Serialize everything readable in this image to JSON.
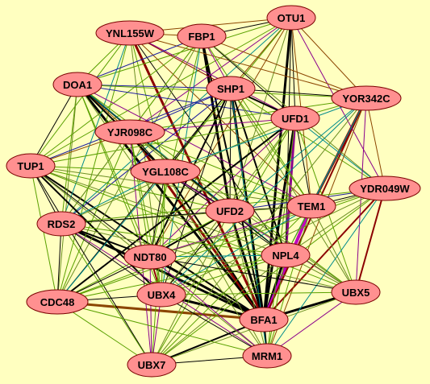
{
  "background": "#ffffc0",
  "node_fill": "#ff9090",
  "colors": {
    "black": "#000000",
    "darkred": "#8b0000",
    "brown": "#8b4500",
    "purple": "#8b008b",
    "green": "#5aa000",
    "olive": "#6b8e23",
    "teal": "#008b8b",
    "blue": "#1e1ea0",
    "magenta": "#c000c0"
  },
  "nodes": [
    {
      "id": "OTU1",
      "label": "OTU1"
    },
    {
      "id": "YNL155W",
      "label": "YNL155W"
    },
    {
      "id": "FBP1",
      "label": "FBP1"
    },
    {
      "id": "DOA1",
      "label": "DOA1"
    },
    {
      "id": "SHP1",
      "label": "SHP1"
    },
    {
      "id": "YOR342C",
      "label": "YOR342C"
    },
    {
      "id": "UFD1",
      "label": "UFD1"
    },
    {
      "id": "YJR098C",
      "label": "YJR098C"
    },
    {
      "id": "TUP1",
      "label": "TUP1"
    },
    {
      "id": "YGL108C",
      "label": "YGL108C"
    },
    {
      "id": "YDR049W",
      "label": "YDR049W"
    },
    {
      "id": "TEM1",
      "label": "TEM1"
    },
    {
      "id": "UFD2",
      "label": "UFD2"
    },
    {
      "id": "RDS2",
      "label": "RDS2"
    },
    {
      "id": "NPL4",
      "label": "NPL4"
    },
    {
      "id": "NDT80",
      "label": "NDT80"
    },
    {
      "id": "CDC48",
      "label": "CDC48"
    },
    {
      "id": "UBX4",
      "label": "UBX4"
    },
    {
      "id": "UBX5",
      "label": "UBX5"
    },
    {
      "id": "BFA1",
      "label": "BFA1"
    },
    {
      "id": "MRM1",
      "label": "MRM1"
    },
    {
      "id": "UBX7",
      "label": "UBX7"
    }
  ],
  "edges": [
    [
      "BFA1",
      "OTU1",
      "black",
      3
    ],
    [
      "BFA1",
      "SHP1",
      "black",
      3
    ],
    [
      "BFA1",
      "UFD1",
      "black",
      3
    ],
    [
      "BFA1",
      "FBP1",
      "black",
      2
    ],
    [
      "BFA1",
      "DOA1",
      "black",
      3
    ],
    [
      "BFA1",
      "YJR098C",
      "darkred",
      3
    ],
    [
      "BFA1",
      "YNL155W",
      "darkred",
      3
    ],
    [
      "BFA1",
      "TUP1",
      "black",
      2
    ],
    [
      "BFA1",
      "RDS2",
      "black",
      3
    ],
    [
      "BFA1",
      "CDC48",
      "black",
      2
    ],
    [
      "BFA1",
      "UBX4",
      "black",
      3
    ],
    [
      "BFA1",
      "UBX7",
      "black",
      2
    ],
    [
      "BFA1",
      "MRM1",
      "black",
      2
    ],
    [
      "BFA1",
      "UBX5",
      "black",
      3
    ],
    [
      "BFA1",
      "NPL4",
      "black",
      3
    ],
    [
      "BFA1",
      "TEM1",
      "magenta",
      4
    ],
    [
      "BFA1",
      "UFD2",
      "black",
      3
    ],
    [
      "BFA1",
      "NDT80",
      "black",
      3
    ],
    [
      "BFA1",
      "YGL108C",
      "black",
      2
    ],
    [
      "BFA1",
      "YDR049W",
      "darkred",
      2
    ],
    [
      "BFA1",
      "YOR342C",
      "darkred",
      2
    ],
    [
      "TEM1",
      "YOR342C",
      "darkred",
      3
    ],
    [
      "UBX5",
      "YDR049W",
      "darkred",
      2
    ],
    [
      "FBP1",
      "UFD2",
      "black",
      3
    ],
    [
      "CDC48",
      "BFA1",
      "brown",
      3
    ],
    [
      "NDT80",
      "UBX4",
      "darkred",
      2
    ],
    [
      "NPL4",
      "UFD1",
      "purple",
      3
    ],
    [
      "OTU1",
      "YNL155W",
      "brown",
      1
    ],
    [
      "OTU1",
      "FBP1",
      "black",
      1
    ],
    [
      "OTU1",
      "DOA1",
      "green",
      1
    ],
    [
      "OTU1",
      "SHP1",
      "brown",
      1
    ],
    [
      "OTU1",
      "YOR342C",
      "brown",
      1
    ],
    [
      "OTU1",
      "UFD1",
      "black",
      1
    ],
    [
      "OTU1",
      "YJR098C",
      "purple",
      1
    ],
    [
      "OTU1",
      "YGL108C",
      "green",
      1
    ],
    [
      "OTU1",
      "NPL4",
      "black",
      1
    ],
    [
      "OTU1",
      "UFD2",
      "olive",
      1
    ],
    [
      "OTU1",
      "NDT80",
      "brown",
      1
    ],
    [
      "OTU1",
      "RDS2",
      "teal",
      1
    ],
    [
      "OTU1",
      "YDR049W",
      "purple",
      1
    ],
    [
      "OTU1",
      "TEM1",
      "brown",
      1
    ],
    [
      "OTU1",
      "TUP1",
      "green",
      1
    ],
    [
      "YNL155W",
      "FBP1",
      "brown",
      1
    ],
    [
      "YNL155W",
      "DOA1",
      "green",
      1
    ],
    [
      "YNL155W",
      "SHP1",
      "darkred",
      1
    ],
    [
      "YNL155W",
      "UFD1",
      "purple",
      1
    ],
    [
      "YNL155W",
      "YGL108C",
      "green",
      1
    ],
    [
      "YNL155W",
      "TUP1",
      "green",
      1
    ],
    [
      "YNL155W",
      "RDS2",
      "teal",
      1
    ],
    [
      "YNL155W",
      "UBX4",
      "olive",
      1
    ],
    [
      "YNL155W",
      "TEM1",
      "brown",
      1
    ],
    [
      "YNL155W",
      "CDC48",
      "green",
      1
    ],
    [
      "YNL155W",
      "NPL4",
      "black",
      1
    ],
    [
      "YNL155W",
      "YOR342C",
      "brown",
      1
    ],
    [
      "FBP1",
      "DOA1",
      "blue",
      1
    ],
    [
      "FBP1",
      "SHP1",
      "purple",
      1
    ],
    [
      "FBP1",
      "UFD1",
      "black",
      1
    ],
    [
      "FBP1",
      "YJR098C",
      "olive",
      1
    ],
    [
      "FBP1",
      "TUP1",
      "green",
      1
    ],
    [
      "FBP1",
      "YOR342C",
      "brown",
      1
    ],
    [
      "FBP1",
      "NDT80",
      "green",
      1
    ],
    [
      "FBP1",
      "TEM1",
      "green",
      1
    ],
    [
      "FBP1",
      "UBX4",
      "teal",
      1
    ],
    [
      "FBP1",
      "CDC48",
      "olive",
      1
    ],
    [
      "FBP1",
      "YDR049W",
      "olive",
      1
    ],
    [
      "FBP1",
      "RDS2",
      "green",
      1
    ],
    [
      "DOA1",
      "SHP1",
      "blue",
      1
    ],
    [
      "DOA1",
      "YJR098C",
      "brown",
      1
    ],
    [
      "DOA1",
      "TUP1",
      "black",
      1
    ],
    [
      "DOA1",
      "YGL108C",
      "black",
      2
    ],
    [
      "DOA1",
      "UFD1",
      "blue",
      1
    ],
    [
      "DOA1",
      "UFD2",
      "black",
      2
    ],
    [
      "DOA1",
      "NDT80",
      "green",
      1
    ],
    [
      "DOA1",
      "RDS2",
      "green",
      1
    ],
    [
      "DOA1",
      "CDC48",
      "olive",
      1
    ],
    [
      "DOA1",
      "UBX4",
      "green",
      1
    ],
    [
      "DOA1",
      "NPL4",
      "teal",
      1
    ],
    [
      "DOA1",
      "TEM1",
      "purple",
      1
    ],
    [
      "DOA1",
      "UBX5",
      "green",
      1
    ],
    [
      "DOA1",
      "MRM1",
      "olive",
      1
    ],
    [
      "DOA1",
      "YOR342C",
      "green",
      1
    ],
    [
      "SHP1",
      "UFD1",
      "black",
      2
    ],
    [
      "SHP1",
      "YOR342C",
      "black",
      1
    ],
    [
      "SHP1",
      "YJR098C",
      "blue",
      1
    ],
    [
      "SHP1",
      "YGL108C",
      "black",
      1
    ],
    [
      "SHP1",
      "UFD2",
      "black",
      1
    ],
    [
      "SHP1",
      "NPL4",
      "black",
      2
    ],
    [
      "SHP1",
      "TEM1",
      "green",
      1
    ],
    [
      "SHP1",
      "NDT80",
      "black",
      2
    ],
    [
      "SHP1",
      "UBX4",
      "black",
      1
    ],
    [
      "SHP1",
      "CDC48",
      "black",
      1
    ],
    [
      "SHP1",
      "UBX5",
      "olive",
      1
    ],
    [
      "SHP1",
      "RDS2",
      "blue",
      1
    ],
    [
      "SHP1",
      "TUP1",
      "blue",
      1
    ],
    [
      "SHP1",
      "MRM1",
      "teal",
      1
    ],
    [
      "SHP1",
      "YDR049W",
      "green",
      1
    ],
    [
      "UFD1",
      "YOR342C",
      "green",
      1
    ],
    [
      "UFD1",
      "YDR049W",
      "teal",
      1
    ],
    [
      "UFD1",
      "TEM1",
      "black",
      1
    ],
    [
      "UFD1",
      "UFD2",
      "green",
      1
    ],
    [
      "UFD1",
      "NDT80",
      "purple",
      1
    ],
    [
      "UFD1",
      "UBX4",
      "olive",
      1
    ],
    [
      "UFD1",
      "UBX5",
      "green",
      1
    ],
    [
      "UFD1",
      "CDC48",
      "black",
      2
    ],
    [
      "UFD1",
      "RDS2",
      "olive",
      1
    ],
    [
      "UFD1",
      "TUP1",
      "green",
      1
    ],
    [
      "UFD1",
      "YJR098C",
      "purple",
      1
    ],
    [
      "UFD1",
      "UBX7",
      "green",
      1
    ],
    [
      "UFD1",
      "MRM1",
      "green",
      1
    ],
    [
      "YOR342C",
      "YDR049W",
      "brown",
      1
    ],
    [
      "YOR342C",
      "UBX5",
      "purple",
      1
    ],
    [
      "YOR342C",
      "NPL4",
      "teal",
      1
    ],
    [
      "YOR342C",
      "UFD2",
      "teal",
      1
    ],
    [
      "YOR342C",
      "TEM1",
      "teal",
      1
    ],
    [
      "YOR342C",
      "YGL108C",
      "teal",
      1
    ],
    [
      "YOR342C",
      "MRM1",
      "brown",
      1
    ],
    [
      "YOR342C",
      "UBX4",
      "teal",
      1
    ],
    [
      "YOR342C",
      "UBX7",
      "olive",
      1
    ],
    [
      "YOR342C",
      "YJR098C",
      "green",
      1
    ],
    [
      "YJR098C",
      "TUP1",
      "brown",
      1
    ],
    [
      "YJR098C",
      "YGL108C",
      "black",
      1
    ],
    [
      "YJR098C",
      "RDS2",
      "olive",
      1
    ],
    [
      "YJR098C",
      "UFD2",
      "olive",
      1
    ],
    [
      "YJR098C",
      "NDT80",
      "green",
      1
    ],
    [
      "YJR098C",
      "NPL4",
      "olive",
      1
    ],
    [
      "YJR098C",
      "CDC48",
      "green",
      1
    ],
    [
      "YJR098C",
      "UBX4",
      "green",
      1
    ],
    [
      "YJR098C",
      "TEM1",
      "green",
      1
    ],
    [
      "YJR098C",
      "UBX5",
      "olive",
      1
    ],
    [
      "YJR098C",
      "UBX7",
      "purple",
      1
    ],
    [
      "TUP1",
      "YGL108C",
      "green",
      1
    ],
    [
      "TUP1",
      "RDS2",
      "black",
      1
    ],
    [
      "TUP1",
      "CDC48",
      "green",
      1
    ],
    [
      "TUP1",
      "NDT80",
      "black",
      1
    ],
    [
      "TUP1",
      "UBX4",
      "black",
      2
    ],
    [
      "TUP1",
      "UFD2",
      "green",
      1
    ],
    [
      "TUP1",
      "NPL4",
      "olive",
      1
    ],
    [
      "TUP1",
      "TEM1",
      "olive",
      1
    ],
    [
      "TUP1",
      "UBX7",
      "black",
      1
    ],
    [
      "TUP1",
      "MRM1",
      "olive",
      1
    ],
    [
      "TUP1",
      "UBX5",
      "green",
      1
    ],
    [
      "YGL108C",
      "UFD2",
      "black",
      1
    ],
    [
      "YGL108C",
      "NDT80",
      "black",
      1
    ],
    [
      "YGL108C",
      "RDS2",
      "teal",
      1
    ],
    [
      "YGL108C",
      "TEM1",
      "green",
      1
    ],
    [
      "YGL108C",
      "NPL4",
      "black",
      1
    ],
    [
      "YGL108C",
      "UBX4",
      "green",
      1
    ],
    [
      "YGL108C",
      "CDC48",
      "teal",
      1
    ],
    [
      "YGL108C",
      "MRM1",
      "olive",
      1
    ],
    [
      "YGL108C",
      "UBX7",
      "green",
      1
    ],
    [
      "YGL108C",
      "UBX5",
      "purple",
      1
    ],
    [
      "YDR049W",
      "TEM1",
      "black",
      1
    ],
    [
      "YDR049W",
      "NPL4",
      "olive",
      1
    ],
    [
      "YDR049W",
      "UFD2",
      "blue",
      1
    ],
    [
      "YDR049W",
      "MRM1",
      "teal",
      1
    ],
    [
      "YDR049W",
      "NDT80",
      "olive",
      1
    ],
    [
      "YDR049W",
      "UBX7",
      "green",
      1
    ],
    [
      "YDR049W",
      "RDS2",
      "green",
      1
    ],
    [
      "YDR049W",
      "CDC48",
      "green",
      1
    ],
    [
      "YDR049W",
      "UBX4",
      "olive",
      1
    ],
    [
      "TEM1",
      "UFD2",
      "black",
      1
    ],
    [
      "TEM1",
      "NPL4",
      "green",
      1
    ],
    [
      "TEM1",
      "NDT80",
      "purple",
      1
    ],
    [
      "TEM1",
      "UBX5",
      "olive",
      1
    ],
    [
      "TEM1",
      "UBX4",
      "teal",
      1
    ],
    [
      "TEM1",
      "RDS2",
      "olive",
      1
    ],
    [
      "TEM1",
      "CDC48",
      "green",
      1
    ],
    [
      "TEM1",
      "MRM1",
      "green",
      1
    ],
    [
      "TEM1",
      "UBX7",
      "green",
      1
    ],
    [
      "UFD2",
      "RDS2",
      "black",
      1
    ],
    [
      "UFD2",
      "NDT80",
      "black",
      2
    ],
    [
      "UFD2",
      "NPL4",
      "black",
      1
    ],
    [
      "UFD2",
      "CDC48",
      "green",
      1
    ],
    [
      "UFD2",
      "UBX4",
      "black",
      1
    ],
    [
      "UFD2",
      "UBX5",
      "green",
      1
    ],
    [
      "UFD2",
      "MRM1",
      "olive",
      1
    ],
    [
      "UFD2",
      "UBX7",
      "olive",
      1
    ],
    [
      "RDS2",
      "NDT80",
      "black",
      2
    ],
    [
      "RDS2",
      "CDC48",
      "black",
      1
    ],
    [
      "RDS2",
      "UBX4",
      "black",
      1
    ],
    [
      "RDS2",
      "NPL4",
      "green",
      1
    ],
    [
      "RDS2",
      "UBX7",
      "green",
      1
    ],
    [
      "RDS2",
      "MRM1",
      "purple",
      1
    ],
    [
      "RDS2",
      "UBX5",
      "olive",
      1
    ],
    [
      "NPL4",
      "UBX5",
      "olive",
      1
    ],
    [
      "NPL4",
      "NDT80",
      "teal",
      1
    ],
    [
      "NPL4",
      "UBX4",
      "green",
      1
    ],
    [
      "NPL4",
      "MRM1",
      "green",
      1
    ],
    [
      "NPL4",
      "CDC48",
      "green",
      1
    ],
    [
      "NPL4",
      "UBX7",
      "olive",
      1
    ],
    [
      "NDT80",
      "CDC48",
      "black",
      1
    ],
    [
      "NDT80",
      "UBX7",
      "purple",
      1
    ],
    [
      "NDT80",
      "MRM1",
      "purple",
      1
    ],
    [
      "NDT80",
      "UBX5",
      "black",
      1
    ],
    [
      "CDC48",
      "UBX4",
      "black",
      1
    ],
    [
      "CDC48",
      "UBX7",
      "green",
      1
    ],
    [
      "CDC48",
      "MRM1",
      "green",
      1
    ],
    [
      "UBX4",
      "UBX7",
      "purple",
      1
    ],
    [
      "UBX4",
      "MRM1",
      "black",
      1
    ],
    [
      "UBX4",
      "UBX5",
      "green",
      1
    ],
    [
      "UBX5",
      "MRM1",
      "purple",
      1
    ],
    [
      "UBX5",
      "UBX7",
      "olive",
      1
    ],
    [
      "MRM1",
      "UBX7",
      "black",
      1
    ]
  ]
}
